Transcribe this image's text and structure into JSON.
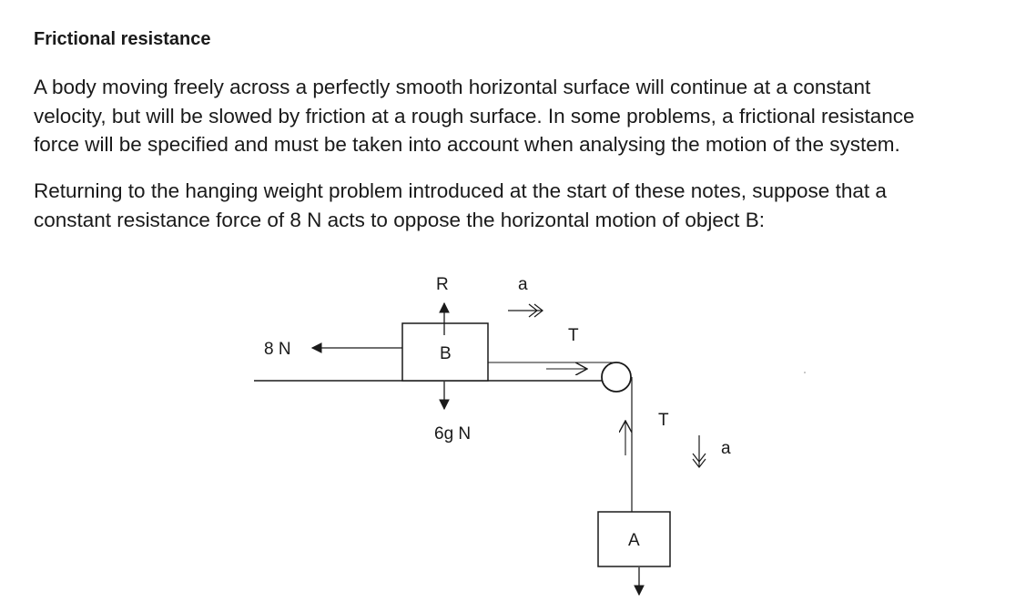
{
  "heading": "Frictional resistance",
  "paragraph1": {
    "lines": [
      "A body moving freely across a perfectly smooth horizontal surface will continue at a constant",
      "velocity, but will be slowed by friction at a rough surface.  In some problems, a frictional resistance",
      "force will be specified and must be taken into account when analysing the motion of the system."
    ]
  },
  "paragraph2": {
    "lines": [
      "Returning to the hanging weight problem introduced at the start of these notes, suppose that a",
      "constant resistance force of 8 N acts to oppose the horizontal motion of object B:"
    ]
  },
  "diagram": {
    "block_b_label": "B",
    "block_a_label": "A",
    "reaction_label": "R",
    "friction_label": "8 N",
    "weight_b_label": "6g  N",
    "tension_horizontal_label": "T",
    "tension_vertical_label": "T",
    "acceleration_horizontal_label": "a",
    "acceleration_vertical_label": "a"
  }
}
